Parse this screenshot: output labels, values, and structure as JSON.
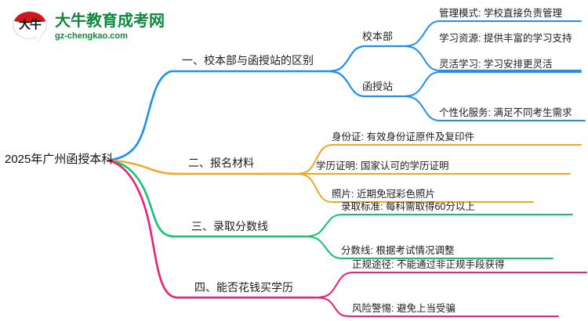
{
  "logo": {
    "mark_text": "大牛",
    "brand": "大牛教育成考网",
    "url": "gz-chengkao.com"
  },
  "mindmap": {
    "root": "2025年广州函授本科",
    "colors": {
      "blue": "#1e90f5",
      "orange": "#efa82e",
      "green": "#13c56e",
      "pink": "#ee1e79"
    },
    "branches": [
      {
        "label": "一、校本部与函授站的区别",
        "color": "blue",
        "children": [
          {
            "label": "校本部",
            "leaves": [
              "管理模式: 学校直接负责管理",
              "学习资源: 提供丰富的学习支持"
            ]
          },
          {
            "label": "函授站",
            "leaves": [
              "灵活学习: 学习安排更灵活",
              "个性化服务: 满足不同考生需求"
            ]
          }
        ]
      },
      {
        "label": "二、报名材料",
        "color": "orange",
        "leaves": [
          "身份证: 有效身份证原件及复印件",
          "学历证明: 国家认可的学历证明",
          "照片: 近期免冠彩色照片"
        ]
      },
      {
        "label": "三、录取分数线",
        "color": "green",
        "leaves": [
          "录取标准: 每科需取得60分以上",
          "分数线: 根据考试情况调整"
        ]
      },
      {
        "label": "四、能否花钱买学历",
        "color": "pink",
        "leaves": [
          "正规途径: 不能通过非正规手段获得",
          "风险警惕: 避免上当受骗"
        ]
      }
    ]
  }
}
